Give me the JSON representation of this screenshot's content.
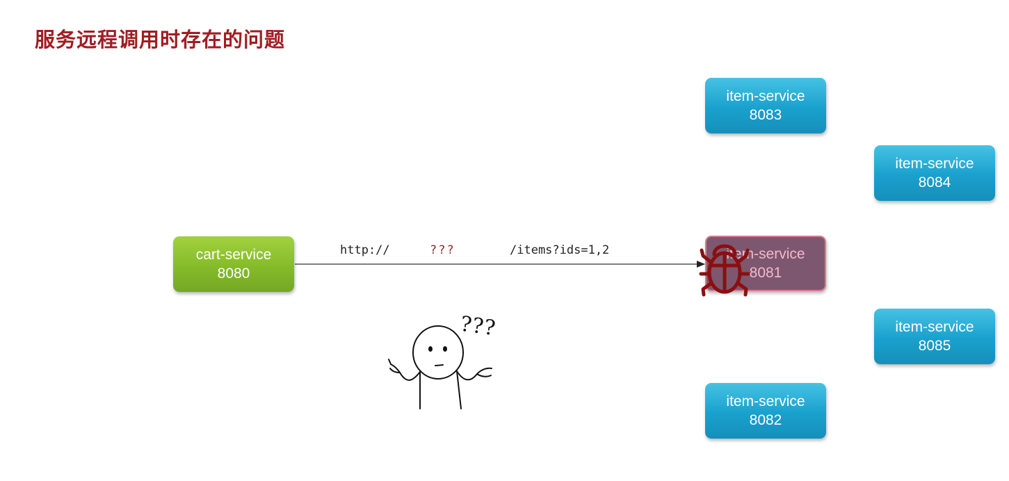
{
  "title": "服务远程调用时存在的问题",
  "source": {
    "name": "cart-service",
    "port": "8080"
  },
  "request": {
    "protocol": "http://",
    "host": "???",
    "path": "/items?ids=1,2"
  },
  "targets": [
    {
      "name": "item-service",
      "port": "8083",
      "status": "ok"
    },
    {
      "name": "item-service",
      "port": "8084",
      "status": "ok"
    },
    {
      "name": "item-service",
      "port": "8081",
      "status": "faulty"
    },
    {
      "name": "item-service",
      "port": "8085",
      "status": "ok"
    },
    {
      "name": "item-service",
      "port": "8082",
      "status": "ok"
    }
  ],
  "confused_figure": {
    "thought": "???"
  },
  "colors": {
    "title": "#a01d22",
    "service_blue": "#1aa0cd",
    "service_green": "#85bb2a",
    "faulty": "#7d5770",
    "bug": "#8b0f10"
  },
  "icons": {
    "fault": "bug-icon",
    "person": "confused-person-illustration"
  }
}
